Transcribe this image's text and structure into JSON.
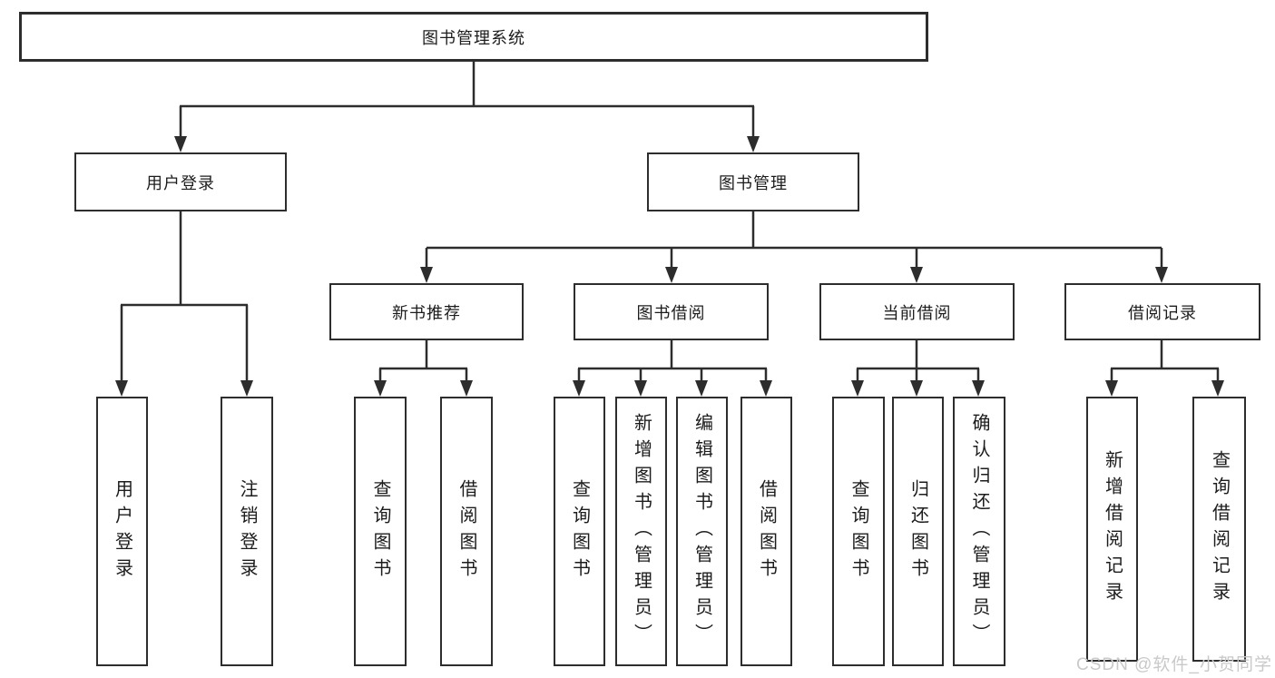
{
  "diagram": {
    "root": "图书管理系统",
    "level2": {
      "user_login": "用户登录",
      "book_management": "图书管理"
    },
    "level3": [
      "新书推荐",
      "图书借阅",
      "当前借阅",
      "借阅记录"
    ],
    "leaves": {
      "user_login": [
        "用户登录",
        "注销登录"
      ],
      "new_book_recommend": [
        "查询图书",
        "借阅图书"
      ],
      "book_borrow": [
        "查询图书",
        "新增图书（管理员）",
        "编辑图书（管理员）",
        "借阅图书"
      ],
      "current_borrow": [
        "查询图书",
        "归还图书",
        "确认归还（管理员）"
      ],
      "borrow_records": [
        "新增借阅记录",
        "查询借阅记录"
      ]
    }
  },
  "watermark": "CSDN @软件_小贺同学",
  "colors": {
    "line": "#2d2d2d",
    "text": "#1c1c1c",
    "watermark": "#c9c9c9",
    "background": "#ffffff"
  }
}
